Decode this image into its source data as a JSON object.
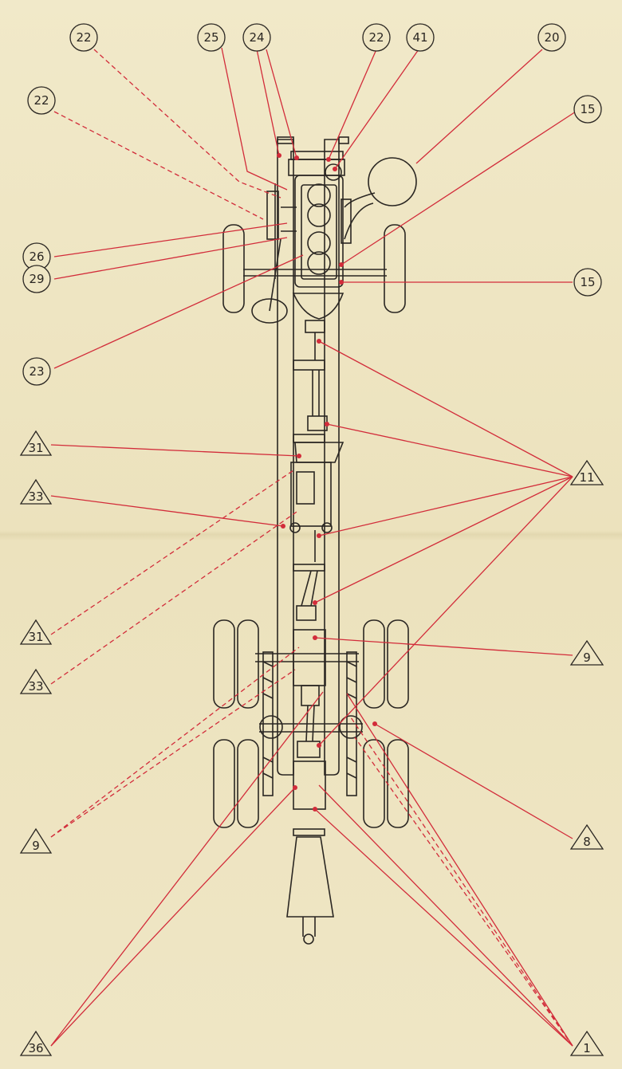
{
  "callouts": [
    {
      "id": "c22a",
      "label": "22",
      "shape": "circle"
    },
    {
      "id": "c25",
      "label": "25",
      "shape": "circle"
    },
    {
      "id": "c24",
      "label": "24",
      "shape": "circle"
    },
    {
      "id": "c22b",
      "label": "22",
      "shape": "circle"
    },
    {
      "id": "c41",
      "label": "41",
      "shape": "circle"
    },
    {
      "id": "c20",
      "label": "20",
      "shape": "circle"
    },
    {
      "id": "c22c",
      "label": "22",
      "shape": "circle"
    },
    {
      "id": "c15a",
      "label": "15",
      "shape": "circle"
    },
    {
      "id": "c26",
      "label": "26",
      "shape": "circle"
    },
    {
      "id": "c29",
      "label": "29",
      "shape": "circle"
    },
    {
      "id": "c15b",
      "label": "15",
      "shape": "circle"
    },
    {
      "id": "c23",
      "label": "23",
      "shape": "circle"
    },
    {
      "id": "t31a",
      "label": "31",
      "shape": "triangle"
    },
    {
      "id": "t33a",
      "label": "33",
      "shape": "triangle"
    },
    {
      "id": "t11",
      "label": "11",
      "shape": "triangle"
    },
    {
      "id": "t31b",
      "label": "31",
      "shape": "triangle"
    },
    {
      "id": "t9b",
      "label": "9",
      "shape": "triangle"
    },
    {
      "id": "t33b",
      "label": "33",
      "shape": "triangle"
    },
    {
      "id": "t8",
      "label": "8",
      "shape": "triangle"
    },
    {
      "id": "t9a",
      "label": "9",
      "shape": "triangle"
    },
    {
      "id": "t36",
      "label": "36",
      "shape": "triangle"
    },
    {
      "id": "t1",
      "label": "1",
      "shape": "triangle"
    }
  ],
  "colors": {
    "leader": "#d22c3a",
    "ink": "#2a2622",
    "paper": "#efe6c4"
  }
}
